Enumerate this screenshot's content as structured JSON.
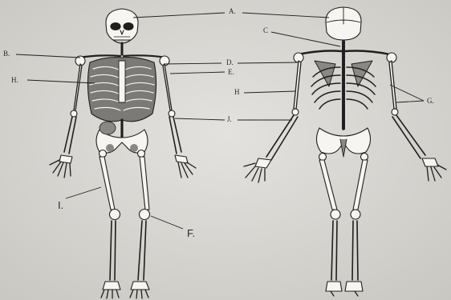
{
  "labels": {
    "A": "A.",
    "B": "B.",
    "C": "C",
    "D": "D.",
    "E": "E.",
    "F": "F.",
    "G": "G.",
    "H_front": "H.",
    "H_back": "H",
    "I": "I.",
    "J": "J."
  },
  "colors": {
    "paper": "#d9d7d2",
    "bone": "#f6f5f1",
    "ink": "#1f1f1f",
    "shade": "#8a8884"
  }
}
